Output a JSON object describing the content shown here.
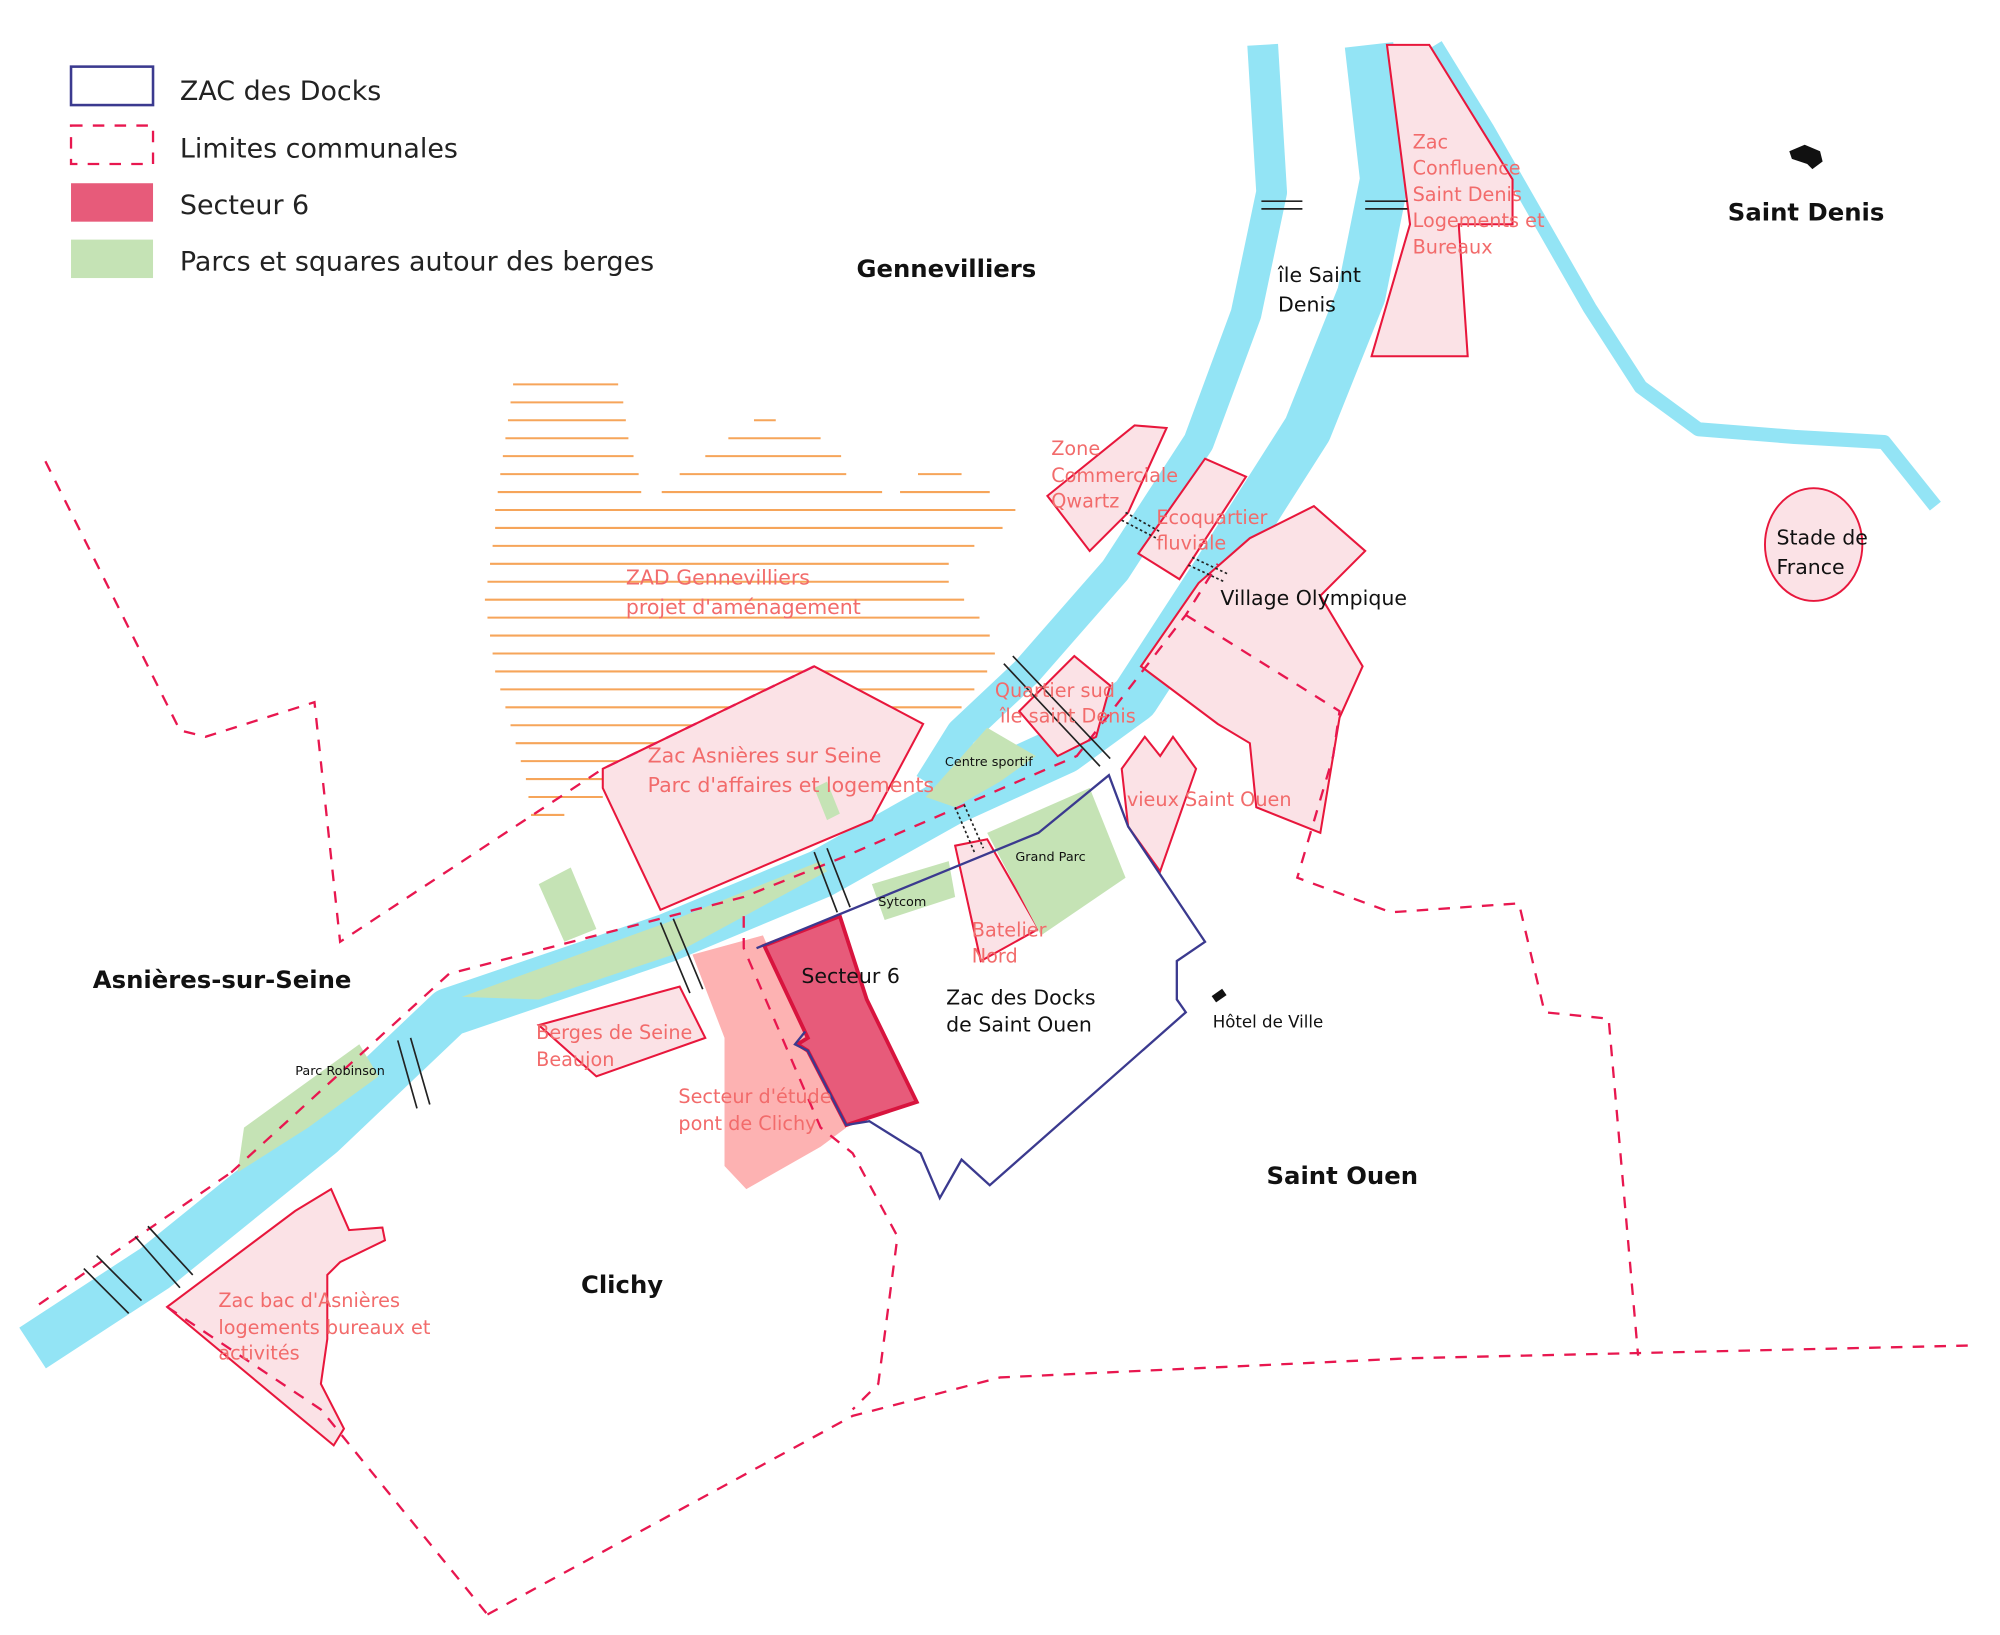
{
  "legend": {
    "items": [
      {
        "label": "ZAC des Docks",
        "symbol": "blue-outline-box"
      },
      {
        "label": "Limites communales",
        "symbol": "dashed-pink-box"
      },
      {
        "label": "Secteur 6",
        "symbol": "filled-crimson-box"
      },
      {
        "label": "Parcs et squares autour des berges",
        "symbol": "filled-green-box"
      }
    ]
  },
  "communes": {
    "gennevilliers": "Gennevilliers",
    "saint_denis": "Saint Denis",
    "asnieres": "Asnières-sur-Seine",
    "clichy": "Clichy",
    "saint_ouen": "Saint Ouen"
  },
  "places": {
    "ile_saint_denis": [
      "île Saint",
      "Denis"
    ],
    "village_olympique": "Village Olympique",
    "stade_de_france": [
      "Stade de",
      "France"
    ],
    "secteur6": "Secteur 6",
    "zac_docks": [
      "Zac des Docks",
      "de Saint Ouen"
    ],
    "hotel_de_ville": "Hôtel de Ville"
  },
  "parks": {
    "centre_sportif": "Centre sportif",
    "grand_parc": "Grand Parc",
    "sytcom": "Sytcom",
    "parc_robinson": "Parc Robinson"
  },
  "projects": {
    "zac_confluence": [
      "Zac",
      "Confluence",
      "Saint Denis",
      "Logements et",
      "Bureaux"
    ],
    "zone_qwartz": [
      "Zone",
      "Commerciale",
      "Qwartz"
    ],
    "ecoquartier": [
      "Ecoquartier",
      "fluviale"
    ],
    "zad_gennevilliers": [
      "ZAD Gennevilliers",
      "projet d'aménagement"
    ],
    "quartier_sud": [
      "Quartier sud",
      "île saint Denis"
    ],
    "zac_asnieres": [
      "Zac Asnières sur Seine",
      "Parc d'affaires et  logements"
    ],
    "vieux_saint_ouen": "vieux Saint Ouen",
    "batelier_nord": [
      "Batelier",
      "Nord"
    ],
    "berges_seine": [
      "Berges de Seine",
      "Beaujon"
    ],
    "secteur_etude": [
      "Secteur d'étude",
      "pont de Clichy"
    ],
    "zac_bac": [
      "Zac bac d'Asnières",
      "logements bureaux et",
      "activités"
    ]
  },
  "colors": {
    "river": "#93e4f5",
    "zone_fill": "#fbe2e6",
    "zone_stroke": "#e8173c",
    "commune_limit": "#e8174f",
    "zac_docks": "#3b3a8f",
    "secteur6": "#e75b7a",
    "park": "#c5e3b5",
    "zad_hatch": "#f6a55a",
    "project_text": "#f26b6b"
  }
}
